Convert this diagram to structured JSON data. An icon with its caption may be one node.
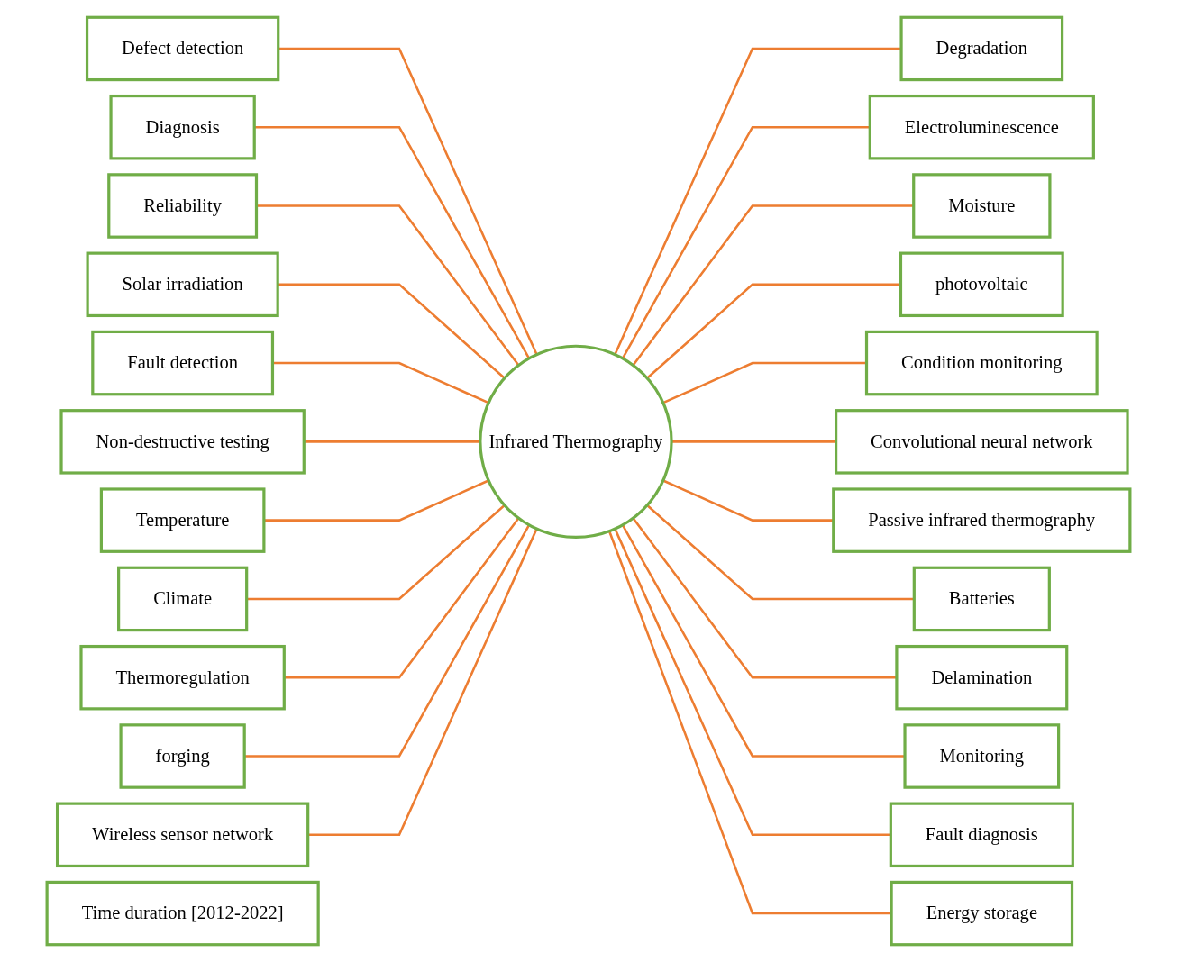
{
  "diagram": {
    "nodes": [
      {
        "text": [
          "Infrared Thermography"
        ]
      },
      {
        "text": [
          "Defect detection"
        ]
      },
      {
        "text": [
          "Diagnosis"
        ]
      },
      {
        "text": [
          "Degradation"
        ]
      },
      {
        "text": [
          "Electroluminescence"
        ]
      },
      {
        "text": [
          "Moisture"
        ]
      },
      {
        "text": [
          "photovoltaic"
        ]
      },
      {
        "text": [
          "Reliability"
        ]
      },
      {
        "text": [
          "Condition monitoring"
        ]
      },
      {
        "text": [
          "Solar irradiation"
        ]
      },
      {
        "text": [
          "Fault detection"
        ]
      },
      {
        "text": [
          "Convolutional neural network"
        ]
      },
      {
        "text": [
          "Non-destructive testing"
        ]
      },
      {
        "text": [
          "Passive infrared thermography"
        ]
      },
      {
        "text": [
          "Temperature"
        ]
      },
      {
        "text": [
          "Batteries"
        ]
      },
      {
        "text": [
          "Climate"
        ]
      },
      {
        "text": [
          "Delamination"
        ]
      },
      {
        "text": [
          "Monitoring"
        ]
      },
      {
        "text": [
          "Thermoregulation"
        ]
      },
      {
        "text": [
          "forging"
        ]
      },
      {
        "text": [
          "Fault diagnosis"
        ]
      },
      {
        "text": [
          "Wireless sensor network"
        ]
      },
      {
        "text": [
          "Energy storage"
        ]
      },
      {
        "text": [
          "Time duration [2012-2022]"
        ]
      }
    ],
    "edges": [
      {
        "from": 0,
        "to": 1,
        "arrow": "none"
      },
      {
        "from": 0,
        "to": 2,
        "arrow": "none"
      },
      {
        "from": 0,
        "to": 3,
        "arrow": "none"
      },
      {
        "from": 0,
        "to": 4,
        "arrow": "none"
      },
      {
        "from": 0,
        "to": 5,
        "arrow": "none"
      },
      {
        "from": 0,
        "to": 6,
        "arrow": "none"
      },
      {
        "from": 0,
        "to": 7,
        "arrow": "none"
      },
      {
        "from": 0,
        "to": 8,
        "arrow": "none"
      },
      {
        "from": 0,
        "to": 9,
        "arrow": "none"
      },
      {
        "from": 0,
        "to": 10,
        "arrow": "none"
      },
      {
        "from": 0,
        "to": 11,
        "arrow": "none"
      },
      {
        "from": 0,
        "to": 12,
        "arrow": "none"
      },
      {
        "from": 0,
        "to": 13,
        "arrow": "none"
      },
      {
        "from": 0,
        "to": 14,
        "arrow": "none"
      },
      {
        "from": 0,
        "to": 15,
        "arrow": "none"
      },
      {
        "from": 0,
        "to": 16,
        "arrow": "none"
      },
      {
        "from": 0,
        "to": 17,
        "arrow": "none"
      },
      {
        "from": 0,
        "to": 18,
        "arrow": "none"
      },
      {
        "from": 0,
        "to": 19,
        "arrow": "none"
      },
      {
        "from": 0,
        "to": 20,
        "arrow": "none"
      },
      {
        "from": 0,
        "to": 21,
        "arrow": "none"
      },
      {
        "from": 0,
        "to": 22,
        "arrow": "none"
      },
      {
        "from": 0,
        "to": 23,
        "arrow": "none"
      }
    ]
  }
}
